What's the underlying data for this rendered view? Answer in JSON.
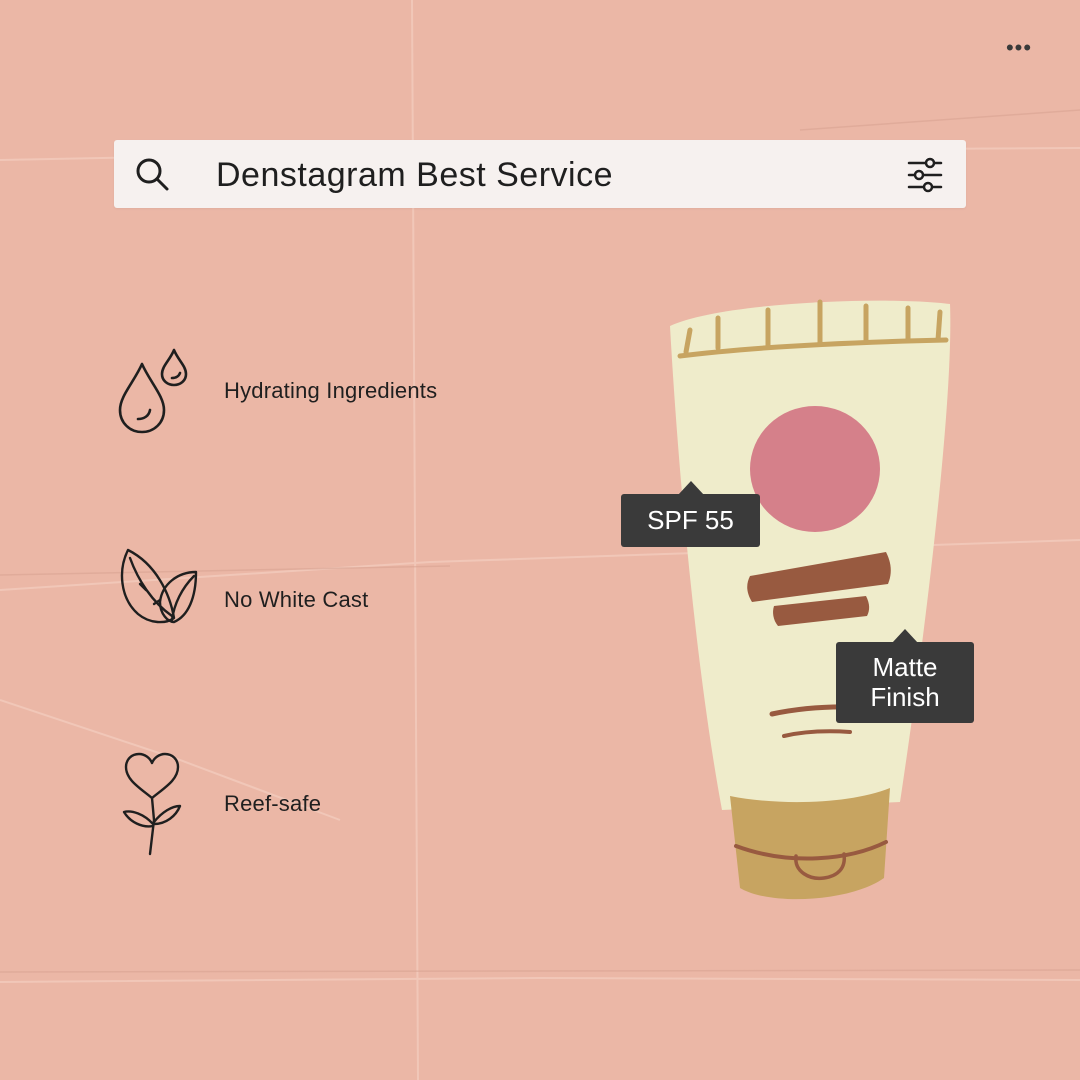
{
  "header": {
    "more_icon": "more-horizontal-icon"
  },
  "search": {
    "icon": "search-icon",
    "value": "Denstagram Best Service",
    "filter_icon": "sliders-icon"
  },
  "features": [
    {
      "icon": "water-drops-icon",
      "label": "Hydrating Ingredients"
    },
    {
      "icon": "leaves-icon",
      "label": "No White Cast"
    },
    {
      "icon": "heart-flower-icon",
      "label": "Reef-safe"
    }
  ],
  "product": {
    "illustration": "sunscreen-tube-illustration",
    "tags": {
      "spf": "SPF 55",
      "finish_line1": "Matte",
      "finish_line2": "Finish"
    }
  },
  "colors": {
    "background": "#ebb7a6",
    "search_bg": "#f6f1ef",
    "tag_bg": "#3a3a3a",
    "tube_body": "#efeccb",
    "tube_cap": "#c7a461",
    "tube_dot": "#d5808a",
    "tube_stripe": "#985a40"
  }
}
